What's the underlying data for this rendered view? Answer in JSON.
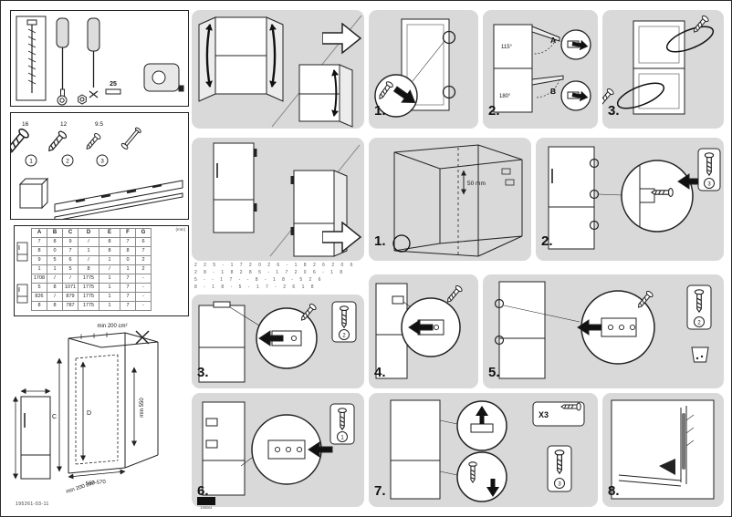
{
  "doc": {
    "footer_code": "195261-03-11",
    "barcode_label": "195261"
  },
  "tools": {
    "bit_size": "25"
  },
  "fasteners": {
    "sizes": [
      "16",
      "12",
      "9.5"
    ],
    "markers": [
      "1",
      "2",
      "3"
    ]
  },
  "spec_table": {
    "unit": "(mm)",
    "headers": [
      "A",
      "B",
      "C",
      "D",
      "E",
      "F",
      "G"
    ],
    "rows": [
      [
        "7",
        "8",
        "9",
        "/",
        "8",
        "7",
        "6"
      ],
      [
        "8",
        "0",
        "7",
        "1",
        "8",
        "8",
        "7"
      ],
      [
        "9",
        "5",
        "6",
        "/",
        "1",
        "0",
        "2"
      ],
      [
        "1",
        "1",
        "5",
        "8",
        "/",
        "1",
        "2"
      ],
      [
        "1708",
        "/",
        "/",
        "1775",
        "1",
        "7",
        "-"
      ],
      [
        "5",
        "8",
        "1071",
        "1775",
        "1",
        "7",
        "-"
      ],
      [
        "826",
        "/",
        "879",
        "1775",
        "1",
        "7",
        "-"
      ],
      [
        "8",
        "8",
        "787",
        "1775",
        "1",
        "7",
        "-"
      ]
    ]
  },
  "spec_strip": {
    "rows": [
      "2 2 5 - 1 7 2 0  2 6 - 1 8 2 6  2 0 6",
      "2 8 - 1 8 2 8  5 - 1 7 2 0 6  - 1 8",
      "5 - - 1 7 - -  8 - 1 8 - 5  2 6",
      "8 - 1 8 - 5  - 1 7 - 2 6  1 8"
    ]
  },
  "niche": {
    "vent_top": "min 200 cm²",
    "depth": "min 550",
    "width": "560-570",
    "vent_bottom": "min 200 cm²",
    "dim_c": "C",
    "dim_d": "D"
  },
  "sequence_a": [
    "1.",
    "2.",
    "3."
  ],
  "sequence_b": [
    "1.",
    "2.",
    "3.",
    "4.",
    "5.",
    "6.",
    "7.",
    "8."
  ],
  "annotations": {
    "option_a": "A",
    "option_b": "B",
    "angle_top": "115°",
    "angle_bottom": "180°",
    "gap": "50 mm",
    "x3": "X3",
    "screw_1": "1",
    "screw_2": "2",
    "screw_3": "3"
  }
}
